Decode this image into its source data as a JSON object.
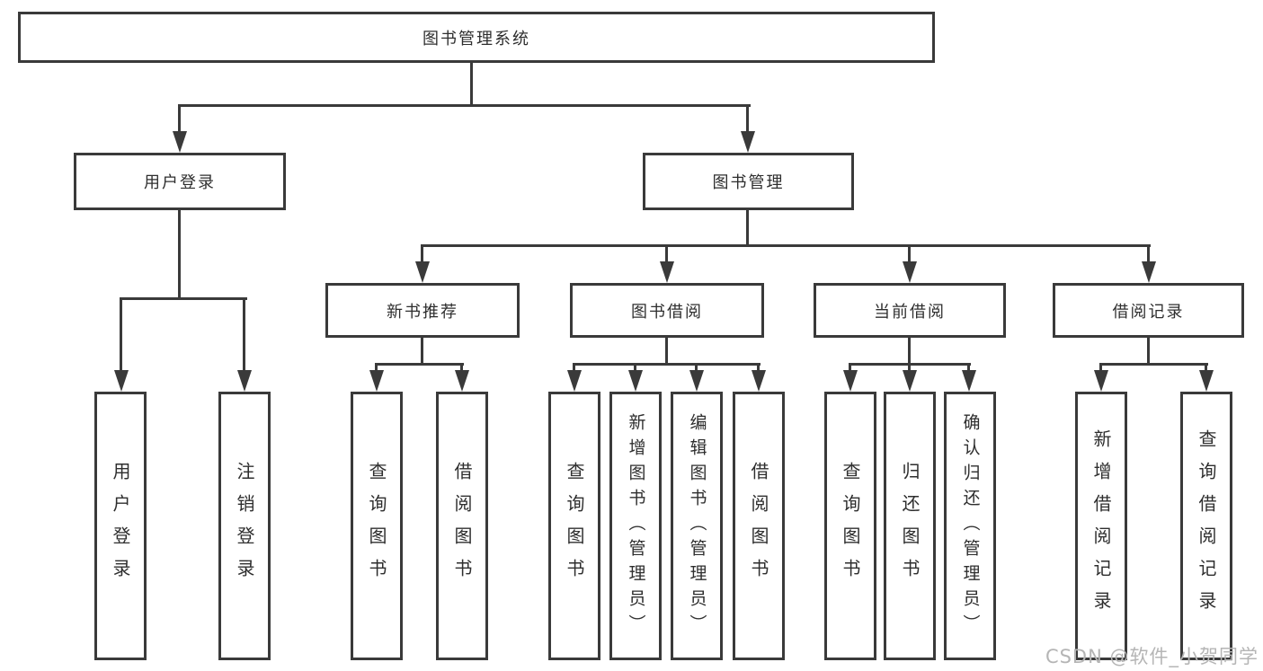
{
  "tree": {
    "root": "图书管理系统",
    "branches": [
      {
        "label": "用户登录",
        "children": [
          "用户登录",
          "注销登录"
        ]
      },
      {
        "label": "图书管理",
        "sections": [
          {
            "label": "新书推荐",
            "children": [
              "查询图书",
              "借阅图书"
            ]
          },
          {
            "label": "图书借阅",
            "children": [
              "查询图书",
              "新增图书（管理员）",
              "编辑图书（管理员）",
              "借阅图书"
            ]
          },
          {
            "label": "当前借阅",
            "children": [
              "查询图书",
              "归还图书",
              "确认归还（管理员）"
            ]
          },
          {
            "label": "借阅记录",
            "children": [
              "新增借阅记录",
              "查询借阅记录"
            ]
          }
        ]
      }
    ]
  },
  "watermark": "CSDN @软件_小贺同学",
  "colors": {
    "line": "#3a3a3a",
    "text": "#2e2e2e",
    "watermark": "#b5b5b5",
    "background": "#ffffff"
  }
}
